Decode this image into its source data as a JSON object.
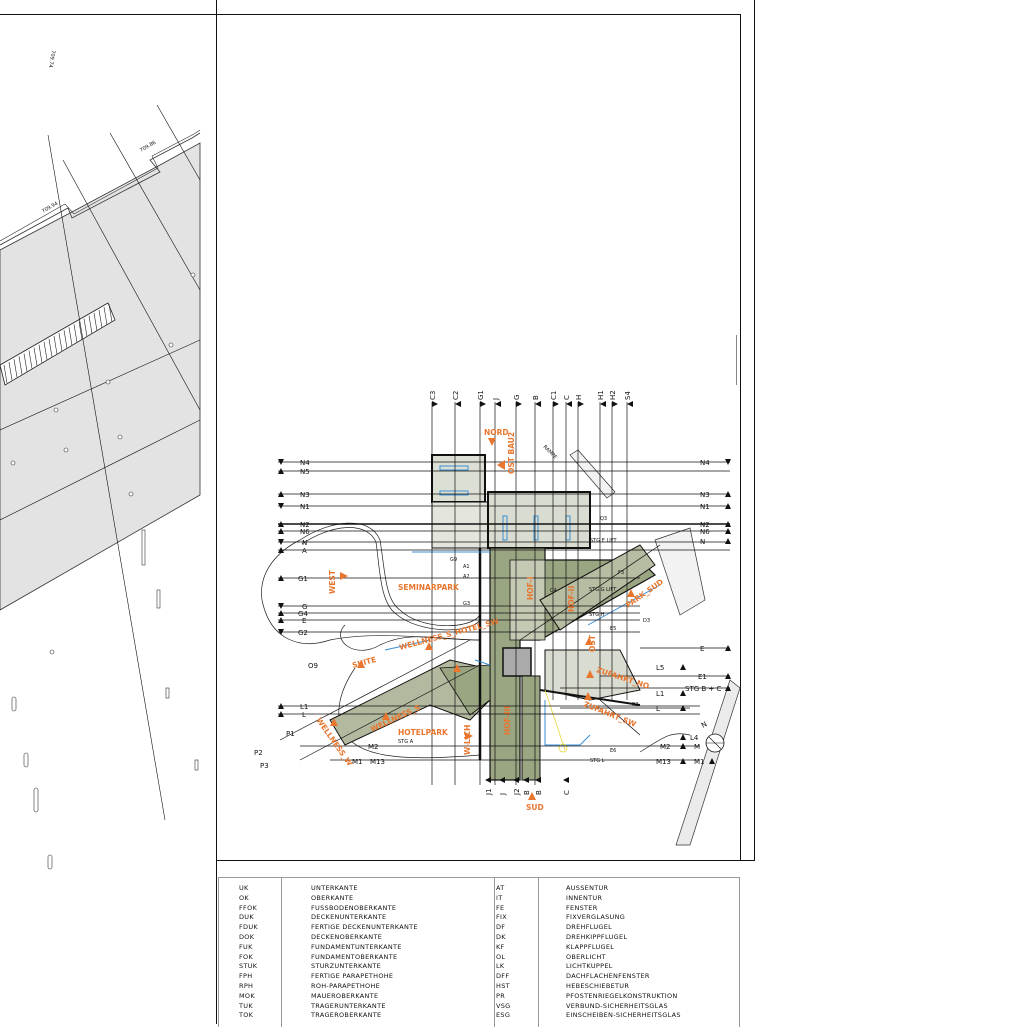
{
  "left_panel": {
    "elevations": [
      "709.74",
      "709.86",
      "709.94"
    ]
  },
  "plan": {
    "axes_top": [
      "C3",
      "C2",
      "G1",
      "J",
      "G",
      "B",
      "C1",
      "C",
      "H",
      "H1",
      "H2",
      "S4"
    ],
    "axes_left": [
      "N4",
      "N5",
      "N3",
      "N1",
      "N2",
      "N6",
      "N",
      "A",
      "G1",
      "G",
      "G4",
      "E",
      "G2",
      "L1",
      "L",
      "M2",
      "M1",
      "M13",
      "P1",
      "P2",
      "P3",
      "O9"
    ],
    "axes_right": [
      "N4",
      "N3",
      "N1",
      "N2",
      "N6",
      "N",
      "E",
      "E1",
      "STG B + C",
      "L",
      "L4",
      "M2",
      "M",
      "M13",
      "M1",
      "L5",
      "L1"
    ],
    "axes_bottom": [
      "J1",
      "J",
      "J2",
      "B",
      "B",
      "C"
    ],
    "inner_marks": [
      "G9",
      "A1",
      "A2",
      "G3",
      "C4",
      "F3",
      "D3",
      "B2",
      "E6",
      "E5",
      "Q3"
    ],
    "zones": {
      "nord": "NORD",
      "ost_bau2": "OST BAU2",
      "west": "WEST",
      "seminarpark": "SEMINARPARK",
      "park_sud": "PARK_SUD",
      "ost": "OST",
      "zufahrt_no": "ZUFAHRT_NO",
      "zufahrt_sw": "ZUFAHRT_SW",
      "hotelpark": "HOTELPARK",
      "wellness_s_hotel": "WELLNESS_S_HOTEL_SW",
      "suite": "SUITE",
      "wellness_w": "WELLNESS_W",
      "wellness_s": "WELLNESS_S",
      "w_lich": "W-LICH",
      "hof_i": "HOF-I",
      "hof_ii": "HOF-II",
      "hof_iii": "HOF-III",
      "sud": "SUD"
    },
    "labels": {
      "rampe": "RAMPE",
      "stg_e_lift": "STG E LIFT",
      "stg_g_lift": "STG G LIFT",
      "stg_h": "STG H",
      "stg_l": "STG L",
      "stg_a": "STG A"
    },
    "north_arrow": "N"
  },
  "legend": {
    "left": [
      {
        "abbr": "UK",
        "text": "UNTERKANTE"
      },
      {
        "abbr": "OK",
        "text": "OBERKANTE"
      },
      {
        "abbr": "FFOK",
        "text": "FUSSBODENOBERKANTE"
      },
      {
        "abbr": "DUK",
        "text": "DECKENUNTERKANTE"
      },
      {
        "abbr": "FDUK",
        "text": "FERTIGE DECKENUNTERKANTE"
      },
      {
        "abbr": "DOK",
        "text": "DECKENOBERKANTE"
      },
      {
        "abbr": "FUK",
        "text": "FUNDAMENTUNTERKANTE"
      },
      {
        "abbr": "FOK",
        "text": "FUNDAMENTOBERKANTE"
      },
      {
        "abbr": "STUK",
        "text": "STURZUNTERKANTE"
      },
      {
        "abbr": "FPH",
        "text": "FERTIGE PARAPETHOHE"
      },
      {
        "abbr": "RPH",
        "text": "ROH-PARAPETHOHE"
      },
      {
        "abbr": "MOK",
        "text": "MAUEROBERKANTE"
      },
      {
        "abbr": "TUK",
        "text": "TRAGERUNTERKANTE"
      },
      {
        "abbr": "TOK",
        "text": "TRAGEROBERKANTE"
      }
    ],
    "right": [
      {
        "abbr": "AT",
        "text": "AUSSENTUR"
      },
      {
        "abbr": "IT",
        "text": "INNENTUR"
      },
      {
        "abbr": "FE",
        "text": "FENSTER"
      },
      {
        "abbr": "FIX",
        "text": "FIXVERGLASUNG"
      },
      {
        "abbr": "DF",
        "text": "DREHFLUGEL"
      },
      {
        "abbr": "DK",
        "text": "DREHKIPPFLUGEL"
      },
      {
        "abbr": "KF",
        "text": "KLAPPFLUGEL"
      },
      {
        "abbr": "OL",
        "text": "OBERLICHT"
      },
      {
        "abbr": "LK",
        "text": "LICHTKUPPEL"
      },
      {
        "abbr": "DFF",
        "text": "DACHFLACHENFENSTER"
      },
      {
        "abbr": "HST",
        "text": "HEBESCHIEBETUR"
      },
      {
        "abbr": "PR",
        "text": "PFOSTENRIEGELKONSTRUKTION"
      },
      {
        "abbr": "VSG",
        "text": "VERBUND-SICHERHEITSGLAS"
      },
      {
        "abbr": "ESG",
        "text": "EINSCHEIBEN-SICHERHEITSGLAS"
      }
    ]
  },
  "colors": {
    "accent": "#e8762e",
    "building_green": "#9aa582",
    "building_grey": "#dcdfd4",
    "glass_blue": "#3b8fd6"
  }
}
